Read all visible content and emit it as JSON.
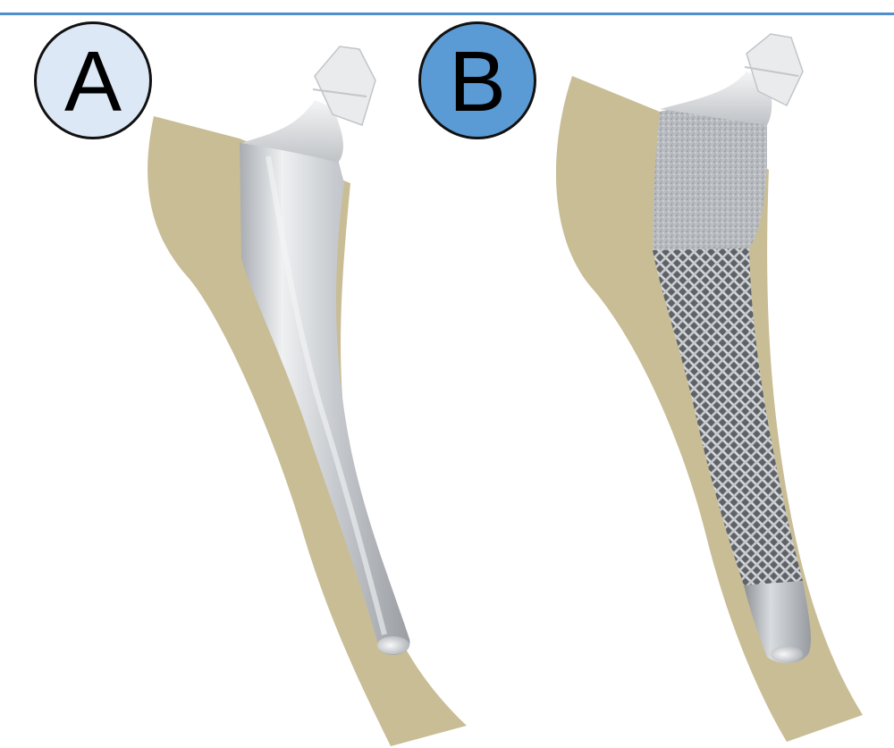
{
  "panels": [
    {
      "label": "A",
      "label_color": "#dce8f5",
      "stem_type": "smooth polished stem"
    },
    {
      "label": "B",
      "label_color": "#5b9bd5",
      "stem_type": "porous lattice stem"
    }
  ],
  "colors": {
    "bone": "#c9bd96",
    "metal": "#c4c7cb",
    "rule": "#4f8fce"
  }
}
